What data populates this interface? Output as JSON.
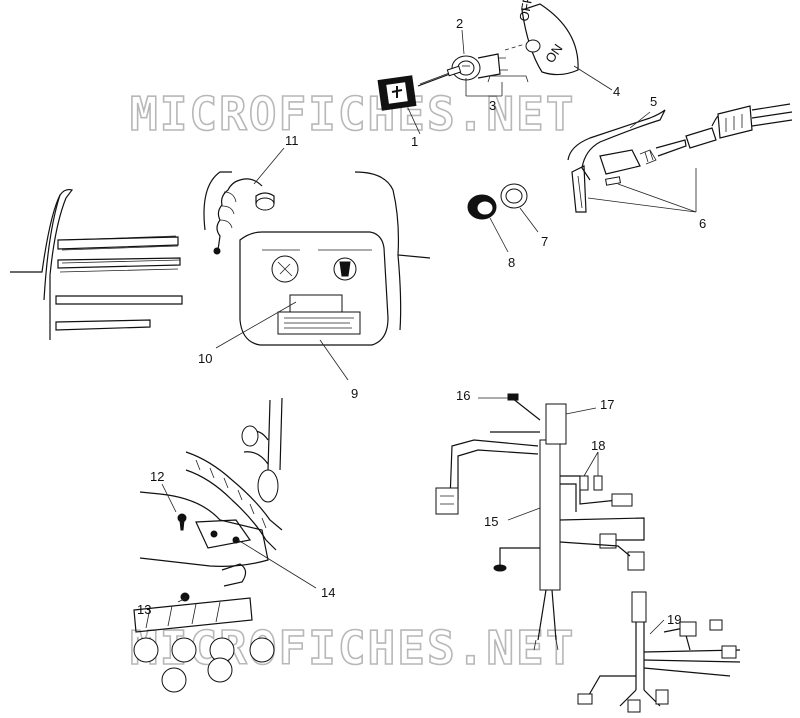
{
  "watermarks": [
    "MICROFICHES.NET",
    "MICROFICHES.NET"
  ],
  "switch_plate": {
    "top_label": "OFF",
    "bottom_label": "ON"
  },
  "callouts": [
    "1",
    "2",
    "3",
    "4",
    "5",
    "6",
    "7",
    "8",
    "9",
    "10",
    "11",
    "12",
    "13",
    "14",
    "15",
    "16",
    "17",
    "18",
    "19"
  ],
  "colors": {
    "ink": "#111111",
    "watermark": "#b8b8b8",
    "background": "#ffffff"
  }
}
